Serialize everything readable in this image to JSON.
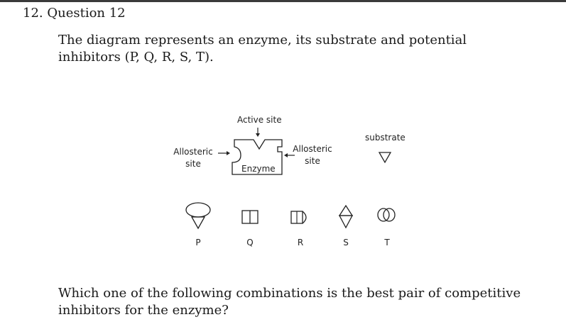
{
  "question": {
    "title": "12. Question 12",
    "intro": "The diagram represents an enzyme, its substrate and potential inhibitors (P, Q, R, S, T).",
    "closing": "Which one of the following combinations is the best pair of competitive inhibitors for the enzyme?"
  },
  "diagram": {
    "active_site": "Active site",
    "allosteric_left_line1": "Allosteric",
    "allosteric_left_line2": "site",
    "allosteric_right_line1": "Allosteric",
    "allosteric_right_line2": "site",
    "enzyme": "Enzyme",
    "substrate": "substrate",
    "inhibitors": [
      "P",
      "Q",
      "R",
      "S",
      "T"
    ]
  }
}
